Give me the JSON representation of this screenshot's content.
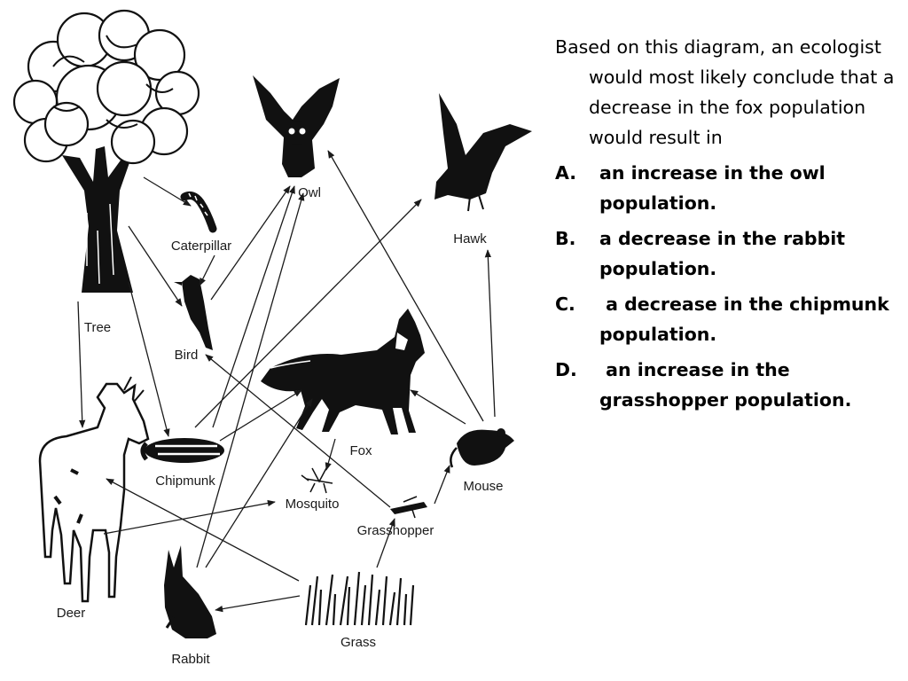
{
  "diagram": {
    "labels": {
      "tree": "Tree",
      "caterpillar": "Caterpillar",
      "owl": "Owl",
      "hawk": "Hawk",
      "bird": "Bird",
      "fox": "Fox",
      "chipmunk": "Chipmunk",
      "mosquito": "Mosquito",
      "mouse": "Mouse",
      "grasshopper": "Grasshopper",
      "deer": "Deer",
      "grass": "Grass",
      "rabbit": "Rabbit"
    }
  },
  "question": {
    "stem": "Based on this diagram, an ecologist would most likely conclude that a decrease in the fox population would result in",
    "options": [
      {
        "letter": "A.",
        "text": "an increase in the owl population."
      },
      {
        "letter": "B.",
        "text": "a decrease in the rabbit population."
      },
      {
        "letter": "C.",
        "text": " a decrease in the chipmunk population."
      },
      {
        "letter": "D.",
        "text": " an increase in the grasshopper population."
      }
    ]
  }
}
